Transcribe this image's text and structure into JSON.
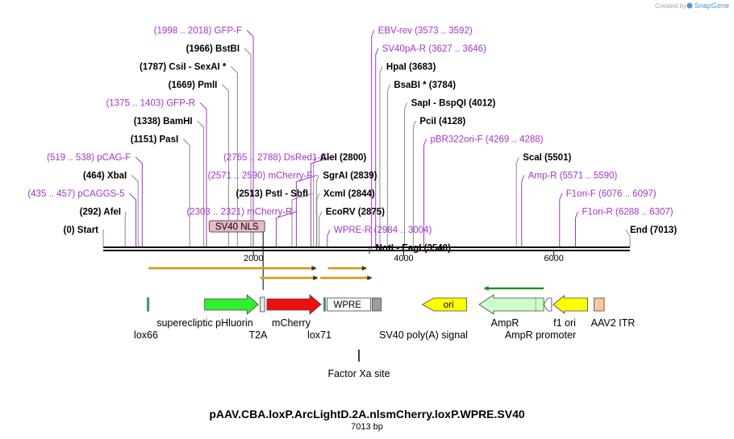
{
  "watermark": {
    "prefix": "Created by",
    "brand": "SnapGene"
  },
  "colors": {
    "primer": "#a335c7",
    "enzyme": "#000000",
    "backbone": "#000000",
    "orf_arrow": "#d19a1e",
    "gfp": "#2ef02e",
    "mcherry": "#ee1010",
    "wpre_fill": "#ffffff",
    "sv40_fill": "#9c9c9c",
    "ori_fill": "#ffff00",
    "ampr_fill": "#ccffcc",
    "ampr_promoter_fill": "#ffffff",
    "f1ori_fill": "#ffff00",
    "itr_fill": "#f7c89b",
    "lox_fill": "#4e8c99",
    "nls_fill": "#e7b8c8",
    "ampr_arrow": "#1d8f1d"
  },
  "labels_left": [
    {
      "row": 1,
      "text": "(1998 .. 2018)  GFP-F",
      "kind": "primer",
      "site": 1998
    },
    {
      "row": 2,
      "text": "(1966)  BstBI",
      "kind": "enzyme",
      "site": 1966
    },
    {
      "row": 3,
      "text": "(1787)  CsiI  -  SexAI *",
      "kind": "enzyme",
      "site": 1787
    },
    {
      "row": 4,
      "text": "(1669)  PmlI",
      "kind": "enzyme",
      "site": 1669
    },
    {
      "row": 5,
      "text": "(1375 .. 1403)  GFP-R",
      "kind": "primer",
      "site": 1375
    },
    {
      "row": 6,
      "text": "(1338)  BamHI",
      "kind": "enzyme",
      "site": 1338
    },
    {
      "row": 7,
      "text": "(1151)  PasI",
      "kind": "enzyme",
      "site": 1151
    },
    {
      "row": 8,
      "text": "(519 .. 538)  pCAG-F",
      "kind": "primer",
      "site": 519
    },
    {
      "row": 9,
      "text": "(464)  XbaI",
      "kind": "enzyme",
      "site": 464
    },
    {
      "row": 10,
      "text": "(435 .. 457)  pCAGGS-5",
      "kind": "primer",
      "site": 435
    },
    {
      "row": 11,
      "text": "(292)  AfeI",
      "kind": "enzyme",
      "site": 292
    },
    {
      "row": 12,
      "text": "(0)  Start",
      "kind": "enzyme",
      "site": 0
    }
  ],
  "labels_mid": [
    {
      "row": 8,
      "text": "(2765 .. 2788)  DsRed1-C",
      "kind": "primer",
      "site": 2765
    },
    {
      "row": 9,
      "text": "(2571 .. 2590)  mCherry-F",
      "kind": "primer",
      "site": 2571
    },
    {
      "row": 10,
      "text": "(2513)  PstI  -  SbfI",
      "kind": "enzyme",
      "site": 2513
    },
    {
      "row": 11,
      "text": "(2303 .. 2321)  mCherry-R",
      "kind": "primer",
      "site": 2303
    }
  ],
  "labels_right": [
    {
      "row": 1,
      "text": "EBV-rev  (3573 .. 3592)",
      "kind": "primer",
      "site": 3573
    },
    {
      "row": 2,
      "text": "SV40pA-R  (3627 .. 3646)",
      "kind": "primer",
      "site": 3627
    },
    {
      "row": 3,
      "text": "HpaI  (3683)",
      "kind": "enzyme",
      "site": 3683
    },
    {
      "row": 4,
      "text": "BsaBI *  (3784)",
      "kind": "enzyme",
      "site": 3784
    },
    {
      "row": 5,
      "text": "SapI  -  BspQI  (4012)",
      "kind": "enzyme",
      "site": 4012
    },
    {
      "row": 6,
      "text": "PciI  (4128)",
      "kind": "enzyme",
      "site": 4128
    },
    {
      "row": 7,
      "text": "pBR322ori-F  (4269 .. 4288)",
      "kind": "primer",
      "site": 4269
    },
    {
      "row": 8,
      "text": "AleI  (2800)",
      "kind": "enzyme",
      "site": 2800
    },
    {
      "row": 9,
      "text": "SgrAI  (2839)",
      "kind": "enzyme",
      "site": 2839
    },
    {
      "row": 10,
      "text": "XcmI  (2844)",
      "kind": "enzyme",
      "site": 2844
    },
    {
      "row": 11,
      "text": "EcoRV  (2875)",
      "kind": "enzyme",
      "site": 2875
    },
    {
      "row": 12,
      "text": "WPRE-R  (2984 .. 3004)",
      "kind": "primer",
      "site": 2984
    },
    {
      "row": 13,
      "text": "NotI  -  EagI  (3540)",
      "kind": "enzyme",
      "site": 3540
    },
    {
      "row": 8,
      "text": "ScaI  (5501)",
      "kind": "enzyme",
      "site": 5501
    },
    {
      "row": 9,
      "text": "Amp-R  (5571 .. 5590)",
      "kind": "primer",
      "site": 5571
    },
    {
      "row": 10,
      "text": "F1ori-F  (6076 .. 6097)",
      "kind": "primer",
      "site": 6076
    },
    {
      "row": 11,
      "text": "F1ori-R  (6288 .. 6307)",
      "kind": "primer",
      "site": 6288
    },
    {
      "row": 12,
      "text": "End  (7013)",
      "kind": "enzyme",
      "site": 7013
    }
  ],
  "ruler": {
    "length": 7013,
    "ticks": [
      2000,
      4000,
      6000
    ]
  },
  "nls_label": "SV40 NLS",
  "features": [
    {
      "name": "lox66",
      "text": "lox66",
      "start": 580,
      "end": 614,
      "type": "lox"
    },
    {
      "name": "superecliptic-phluorin",
      "text": "superecliptic pHluorin",
      "start": 1350,
      "end": 2065,
      "type": "gfp"
    },
    {
      "name": "t2a",
      "text": "T2A",
      "start": 2090,
      "end": 2150,
      "type": "small"
    },
    {
      "name": "mcherry",
      "text": "mCherry",
      "start": 2180,
      "end": 2900,
      "type": "mcherry"
    },
    {
      "name": "lox71",
      "text": "lox71",
      "start": 2930,
      "end": 2964,
      "type": "lox"
    },
    {
      "name": "wpre",
      "text": "WPRE",
      "start": 2980,
      "end": 3560,
      "type": "wpre"
    },
    {
      "name": "sv40-polya",
      "text": "SV40 poly(A) signal",
      "start": 3580,
      "end": 3700,
      "type": "sv40"
    },
    {
      "name": "ori",
      "text": "ori",
      "start": 4250,
      "end": 4840,
      "type": "ori"
    },
    {
      "name": "ampr",
      "text": "AmpR",
      "start": 5005,
      "end": 5865,
      "type": "ampr"
    },
    {
      "name": "ampr-promoter",
      "text": "AmpR promoter",
      "start": 5865,
      "end": 5970,
      "type": "ampr-promoter"
    },
    {
      "name": "f1-ori",
      "text": "f1 ori",
      "start": 5990,
      "end": 6450,
      "type": "f1"
    },
    {
      "name": "aav2-itr",
      "text": "AAV2 ITR",
      "start": 6535,
      "end": 6670,
      "type": "itr"
    }
  ],
  "factor_xa": {
    "text": "Factor Xa site",
    "site": 3400
  },
  "title": "pAAV.CBA.loxP.ArcLightD.2A.nlsmCherry.loxP.WPRE.SV40",
  "subtitle": "7013 bp"
}
